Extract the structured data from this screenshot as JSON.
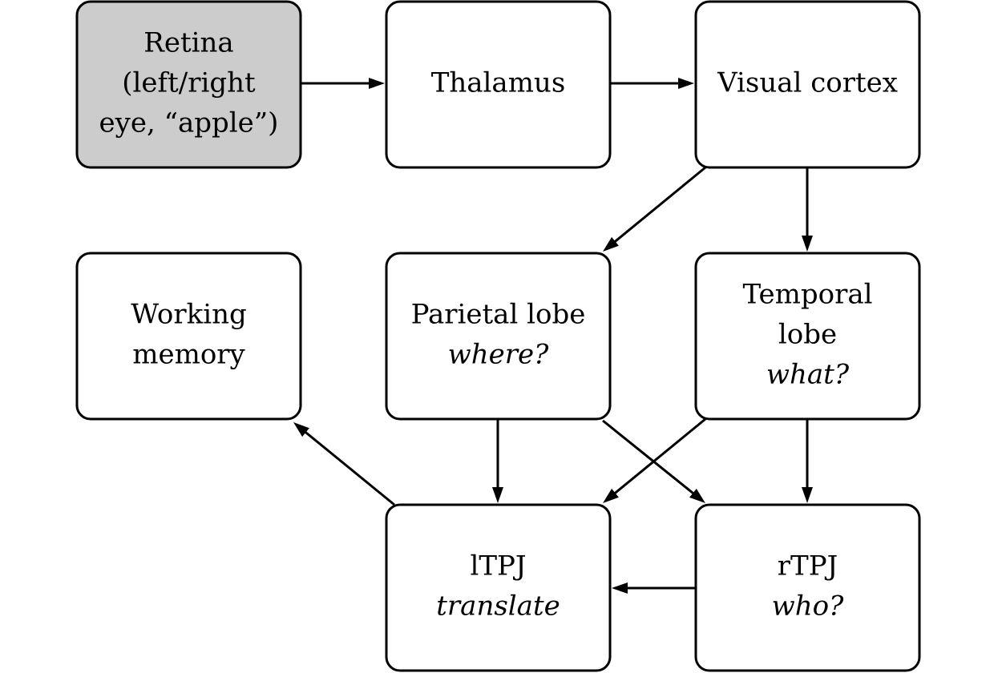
{
  "colors": {
    "stroke": "#000000",
    "default_fill": "#ffffff",
    "highlight_fill": "#cccccc"
  },
  "nodes": [
    {
      "id": "retina",
      "lines": [
        {
          "text": "Retina"
        },
        {
          "text": "(left/right"
        },
        {
          "text": "eye, “apple”)"
        }
      ],
      "highlighted": true
    },
    {
      "id": "thalamus",
      "lines": [
        {
          "text": "Thalamus"
        }
      ],
      "highlighted": false
    },
    {
      "id": "visual-cortex",
      "lines": [
        {
          "text": "Visual cortex"
        }
      ],
      "highlighted": false
    },
    {
      "id": "working-memory",
      "lines": [
        {
          "text": "Working"
        },
        {
          "text": "memory"
        }
      ],
      "highlighted": false
    },
    {
      "id": "parietal-lobe",
      "lines": [
        {
          "text": "Parietal lobe"
        },
        {
          "text": "where?",
          "italic": true
        }
      ],
      "highlighted": false
    },
    {
      "id": "temporal-lobe",
      "lines": [
        {
          "text": "Temporal"
        },
        {
          "text": "lobe"
        },
        {
          "text": "what?",
          "italic": true
        }
      ],
      "highlighted": false
    },
    {
      "id": "ltpj",
      "lines": [
        {
          "text": "lTPJ"
        },
        {
          "text": "translate",
          "italic": true
        }
      ],
      "highlighted": false
    },
    {
      "id": "rtpj",
      "lines": [
        {
          "text": "rTPJ"
        },
        {
          "text": "who?",
          "italic": true
        }
      ],
      "highlighted": false
    }
  ],
  "edges": [
    {
      "from": "retina",
      "to": "thalamus"
    },
    {
      "from": "thalamus",
      "to": "visual-cortex"
    },
    {
      "from": "visual-cortex",
      "to": "parietal-lobe"
    },
    {
      "from": "visual-cortex",
      "to": "temporal-lobe"
    },
    {
      "from": "parietal-lobe",
      "to": "ltpj"
    },
    {
      "from": "parietal-lobe",
      "to": "rtpj"
    },
    {
      "from": "temporal-lobe",
      "to": "ltpj"
    },
    {
      "from": "temporal-lobe",
      "to": "rtpj"
    },
    {
      "from": "rtpj",
      "to": "ltpj"
    },
    {
      "from": "ltpj",
      "to": "working-memory"
    }
  ]
}
